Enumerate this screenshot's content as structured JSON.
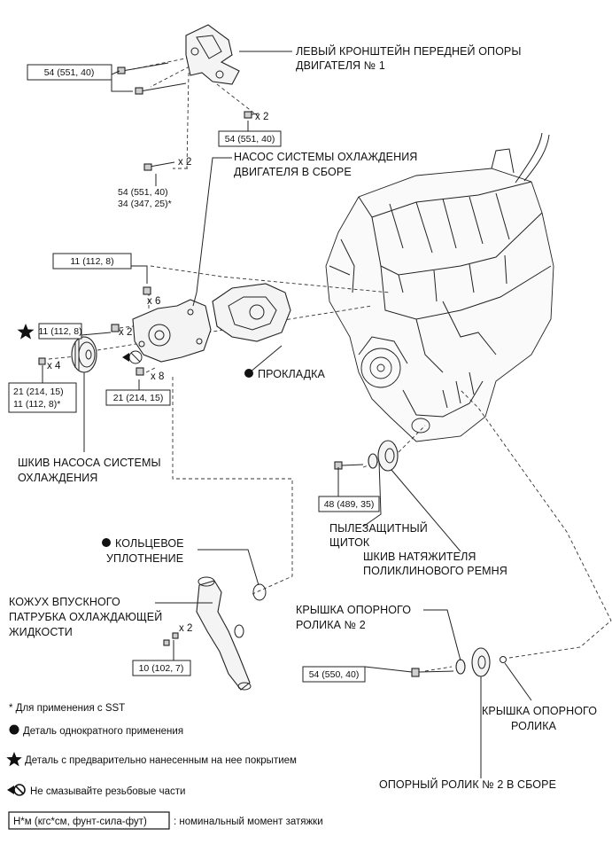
{
  "labels": {
    "bracket": [
      "ЛЕВЫЙ КРОНШТЕЙН ПЕРЕДНЕЙ ОПОРЫ",
      "ДВИГАТЕЛЯ № 1"
    ],
    "water_pump": [
      "НАСОС СИСТЕМЫ ОХЛАЖДЕНИЯ",
      "ДВИГАТЕЛЯ В СБОРЕ"
    ],
    "gasket": "ПРОКЛАДКА",
    "pump_pulley": [
      "ШКИВ НАСОСА СИСТЕМЫ",
      "ОХЛАЖДЕНИЯ"
    ],
    "dust_shield": [
      "ПЫЛЕЗАЩИТНЫЙ",
      "ЩИТОК"
    ],
    "tensioner_pulley": [
      "ШКИВ НАТЯЖИТЕЛЯ",
      "ПОЛИКЛИНОВОГО РЕМНЯ"
    ],
    "o_ring": [
      "КОЛЬЦЕВОЕ",
      "УПЛОТНЕНИЕ"
    ],
    "inlet_housing": [
      "КОЖУХ ВПУСКНОГО",
      "ПАТРУБКА ОХЛАЖДАЮЩЕЙ",
      "ЖИДКОСТИ"
    ],
    "idler_cover_2": [
      "КРЫШКА ОПОРНОГО",
      "РОЛИКА № 2"
    ],
    "idler_cover": [
      "КРЫШКА ОПОРНОГО",
      "РОЛИКА"
    ],
    "idler_2_assy": "ОПОРНЫЙ РОЛИК № 2 В СБОРЕ"
  },
  "torques": {
    "t1": "54 (551, 40)",
    "t2": "54 (551, 40)",
    "t3a": "54 (551, 40)",
    "t3b": "34 (347, 25)*",
    "t4": "11 (112, 8)",
    "t5": "11 (112, 8)",
    "t6a": "21 (214, 15)",
    "t6b": "11 (112, 8)*",
    "t7": "21 (214, 15)",
    "t8": "48 (489, 35)",
    "t9": "10 (102, 7)",
    "t10": "54 (550, 40)"
  },
  "counts": {
    "c1": "x 2",
    "c2": "x 2",
    "c3": "x 6",
    "c4": "x 2",
    "c5": "x 4",
    "c6": "x 8",
    "c7": "x 2"
  },
  "legend": {
    "sst": "* Для применения с SST",
    "non_reusable": "Деталь однократного применения",
    "precoated": "Деталь с предварительно нанесенным на нее покрытием",
    "no_oil": "Не смазывайте резьбовые части",
    "torque_unit_box": "Н*м (кгс*см, фунт-сила-фут)",
    "torque_unit_text": ": номинальный момент затяжки"
  }
}
